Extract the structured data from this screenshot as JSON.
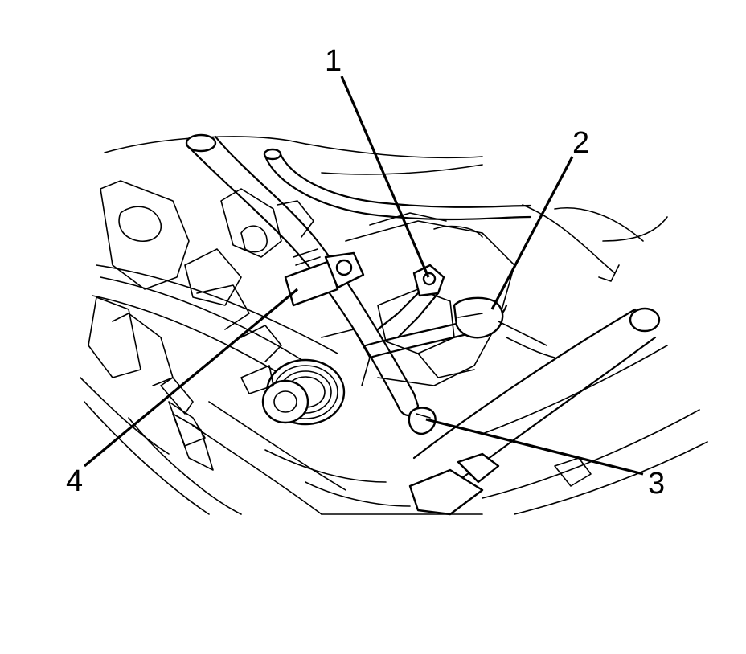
{
  "diagram": {
    "callouts": [
      {
        "id": "1",
        "label": "1"
      },
      {
        "id": "2",
        "label": "2"
      },
      {
        "id": "3",
        "label": "3"
      },
      {
        "id": "4",
        "label": "4"
      }
    ],
    "colors": {
      "ink": "#000000",
      "background": "#ffffff"
    }
  }
}
